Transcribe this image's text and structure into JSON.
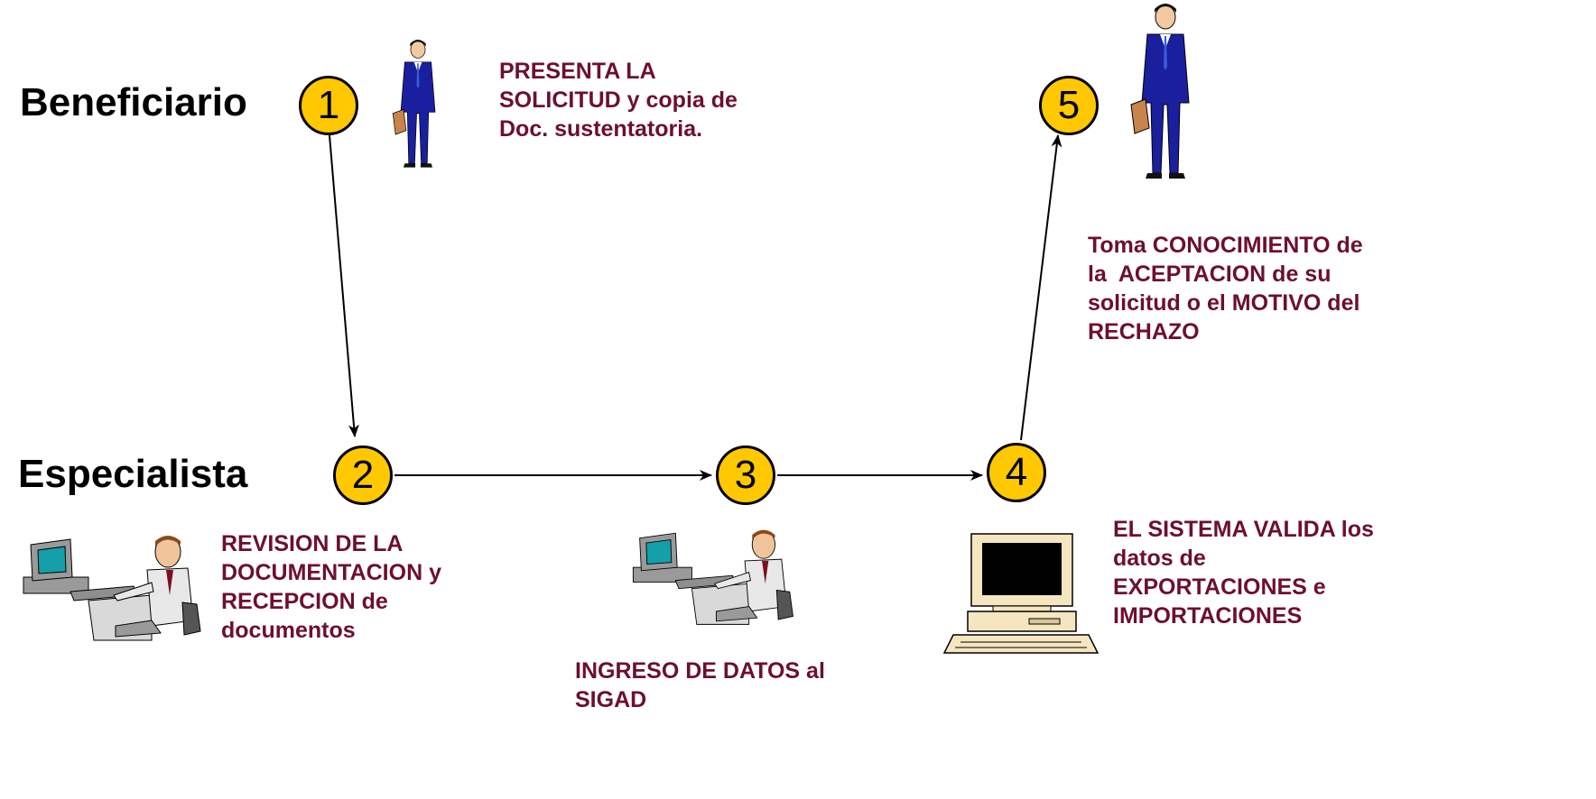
{
  "lanes": {
    "beneficiario": "Beneficiario",
    "especialista": "Especialista"
  },
  "steps": [
    {
      "number": "1"
    },
    {
      "number": "2"
    },
    {
      "number": "3"
    },
    {
      "number": "4"
    },
    {
      "number": "5"
    }
  ],
  "notes": {
    "step1": [
      "PRESENTA LA",
      "SOLICITUD y copia de",
      "Doc. sustentatoria."
    ],
    "step2": [
      "REVISION DE LA",
      "DOCUMENTACION y",
      "RECEPCION de",
      "documentos"
    ],
    "step3": [
      "INGRESO DE DATOS al",
      "SIGAD"
    ],
    "step4": [
      "EL SISTEMA VALIDA los",
      "datos de",
      "EXPORTACIONES e",
      "IMPORTACIONES"
    ],
    "step5": [
      "Toma CONOCIMIENTO de",
      "la  ACEPTACION de su",
      "solicitud o el MOTIVO del",
      "RECHAZO"
    ]
  },
  "edges": [
    {
      "from": "1",
      "to": "2"
    },
    {
      "from": "2",
      "to": "3"
    },
    {
      "from": "3",
      "to": "4"
    },
    {
      "from": "4",
      "to": "5"
    }
  ],
  "colors": {
    "node_fill": "#ffc800",
    "note_text": "#6d0f2f",
    "suit": "#1a1f9e",
    "monitor_screen": "#13a0a8"
  },
  "icons": [
    "businessman-icon",
    "office-worker-at-computer-icon",
    "desktop-computer-icon"
  ]
}
